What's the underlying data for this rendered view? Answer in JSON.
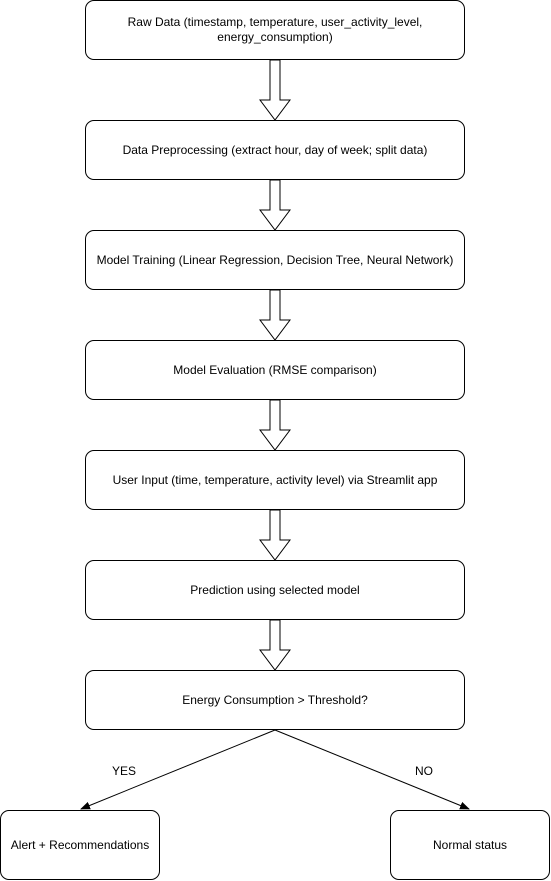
{
  "diagram": {
    "nodes": [
      {
        "id": "raw-data",
        "lines": [
          "Raw Data (timestamp, temperature, user_activity_level,",
          "energy_consumption)"
        ]
      },
      {
        "id": "preprocessing",
        "lines": [
          "Data Preprocessing (extract hour, day of week; split data)"
        ]
      },
      {
        "id": "training",
        "lines": [
          "Model Training (Linear Regression, Decision Tree, Neural Network)"
        ]
      },
      {
        "id": "evaluation",
        "lines": [
          "Model Evaluation (RMSE comparison)"
        ]
      },
      {
        "id": "user-input",
        "lines": [
          "User Input (time, temperature, activity level) via Streamlit app"
        ]
      },
      {
        "id": "prediction",
        "lines": [
          "Prediction using selected model"
        ]
      },
      {
        "id": "decision",
        "lines": [
          "Energy Consumption > Threshold?"
        ]
      },
      {
        "id": "alert",
        "lines": [
          "Alert + Recommendations"
        ]
      },
      {
        "id": "normal",
        "lines": [
          "Normal status"
        ]
      }
    ],
    "edges": [
      {
        "from": "raw-data",
        "to": "preprocessing",
        "style": "block-arrow"
      },
      {
        "from": "preprocessing",
        "to": "training",
        "style": "block-arrow"
      },
      {
        "from": "training",
        "to": "evaluation",
        "style": "block-arrow"
      },
      {
        "from": "evaluation",
        "to": "user-input",
        "style": "block-arrow"
      },
      {
        "from": "user-input",
        "to": "prediction",
        "style": "block-arrow"
      },
      {
        "from": "prediction",
        "to": "decision",
        "style": "block-arrow"
      },
      {
        "from": "decision",
        "to": "alert",
        "style": "line-arrow",
        "label": "YES"
      },
      {
        "from": "decision",
        "to": "normal",
        "style": "line-arrow",
        "label": "NO"
      }
    ],
    "colors": {
      "stroke": "#000000",
      "fill": "#ffffff",
      "background": "#ffffff"
    }
  }
}
